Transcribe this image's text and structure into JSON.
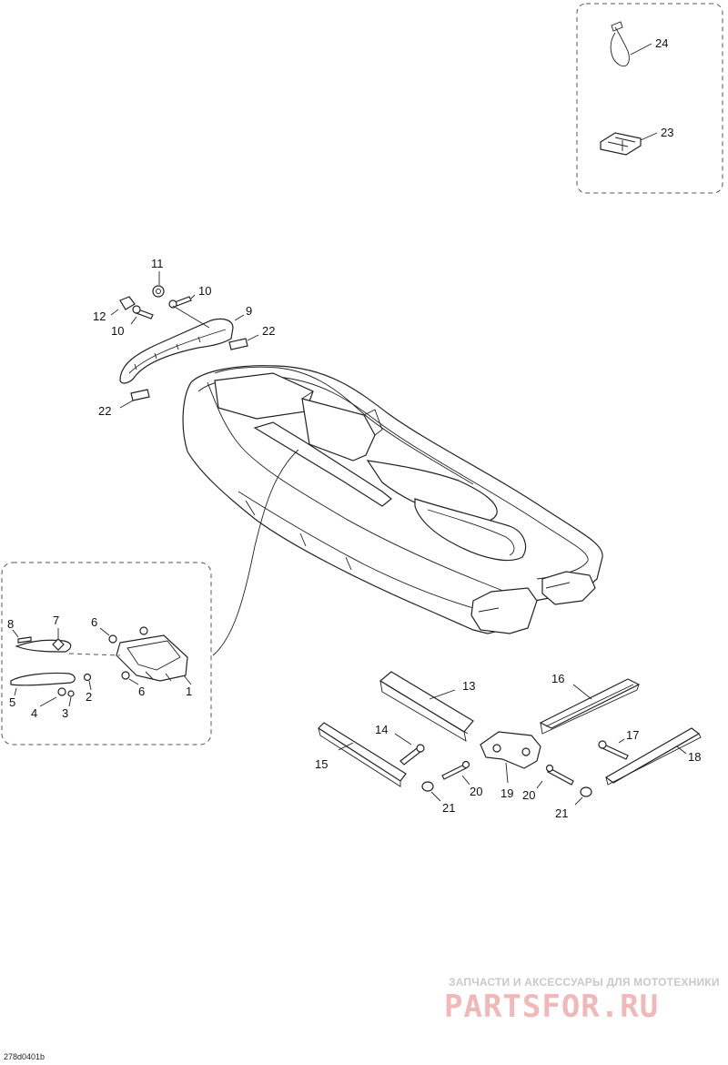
{
  "callouts": {
    "c1": "1",
    "c2": "2",
    "c3": "3",
    "c4": "4",
    "c5": "5",
    "c6a": "6",
    "c6b": "6",
    "c7": "7",
    "c8": "8",
    "c9": "9",
    "c10a": "10",
    "c10b": "10",
    "c11": "11",
    "c12": "12",
    "c13": "13",
    "c14": "14",
    "c15": "15",
    "c16": "16",
    "c17": "17",
    "c18": "18",
    "c19": "19",
    "c20a": "20",
    "c20b": "20",
    "c21a": "21",
    "c21b": "21",
    "c22a": "22",
    "c22b": "22",
    "c23": "23",
    "c24": "24"
  },
  "watermark": {
    "text": "ЗАПЧАСТИ И АКСЕССУАРЫ ДЛЯ МОТОТЕХНИКИ",
    "logo": "PARTSFOR.RU"
  },
  "drawing_code": "278d0401b"
}
